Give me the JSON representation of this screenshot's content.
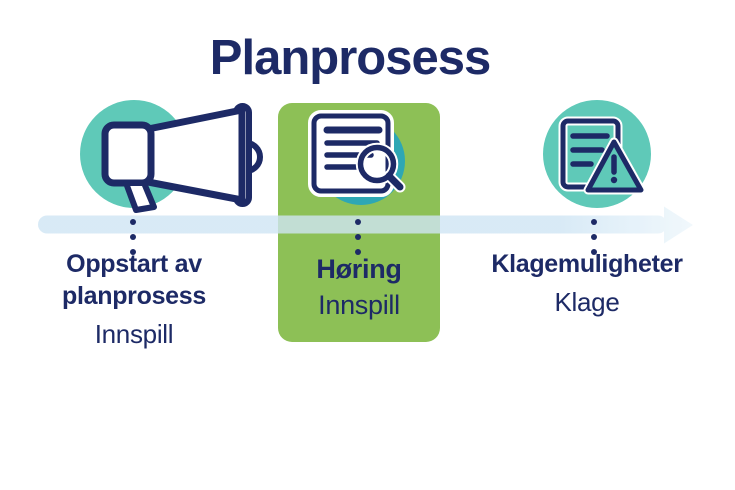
{
  "title": "Planprosess",
  "colors": {
    "navy": "#1d2a66",
    "teal": "#5fc9b8",
    "teal_dark": "#2ea7b4",
    "green": "#8dc056",
    "arrow_blue": "#cfe5f4",
    "arrow_blue_light": "#eef7fc",
    "white": "#ffffff"
  },
  "timeline": {
    "direction": "left-to-right",
    "steps": [
      {
        "id": "oppstart",
        "icon": "megaphone-icon",
        "title_lines": [
          "Oppstart av",
          "planprosess"
        ],
        "action": "Innspill",
        "highlighted": false
      },
      {
        "id": "hoering",
        "icon": "document-search-icon",
        "title_lines": [
          "Høring"
        ],
        "action": "Innspill",
        "highlighted": true
      },
      {
        "id": "klage",
        "icon": "document-warning-icon",
        "title_lines": [
          "Klagemuligheter"
        ],
        "action": "Klage",
        "highlighted": false
      }
    ]
  }
}
